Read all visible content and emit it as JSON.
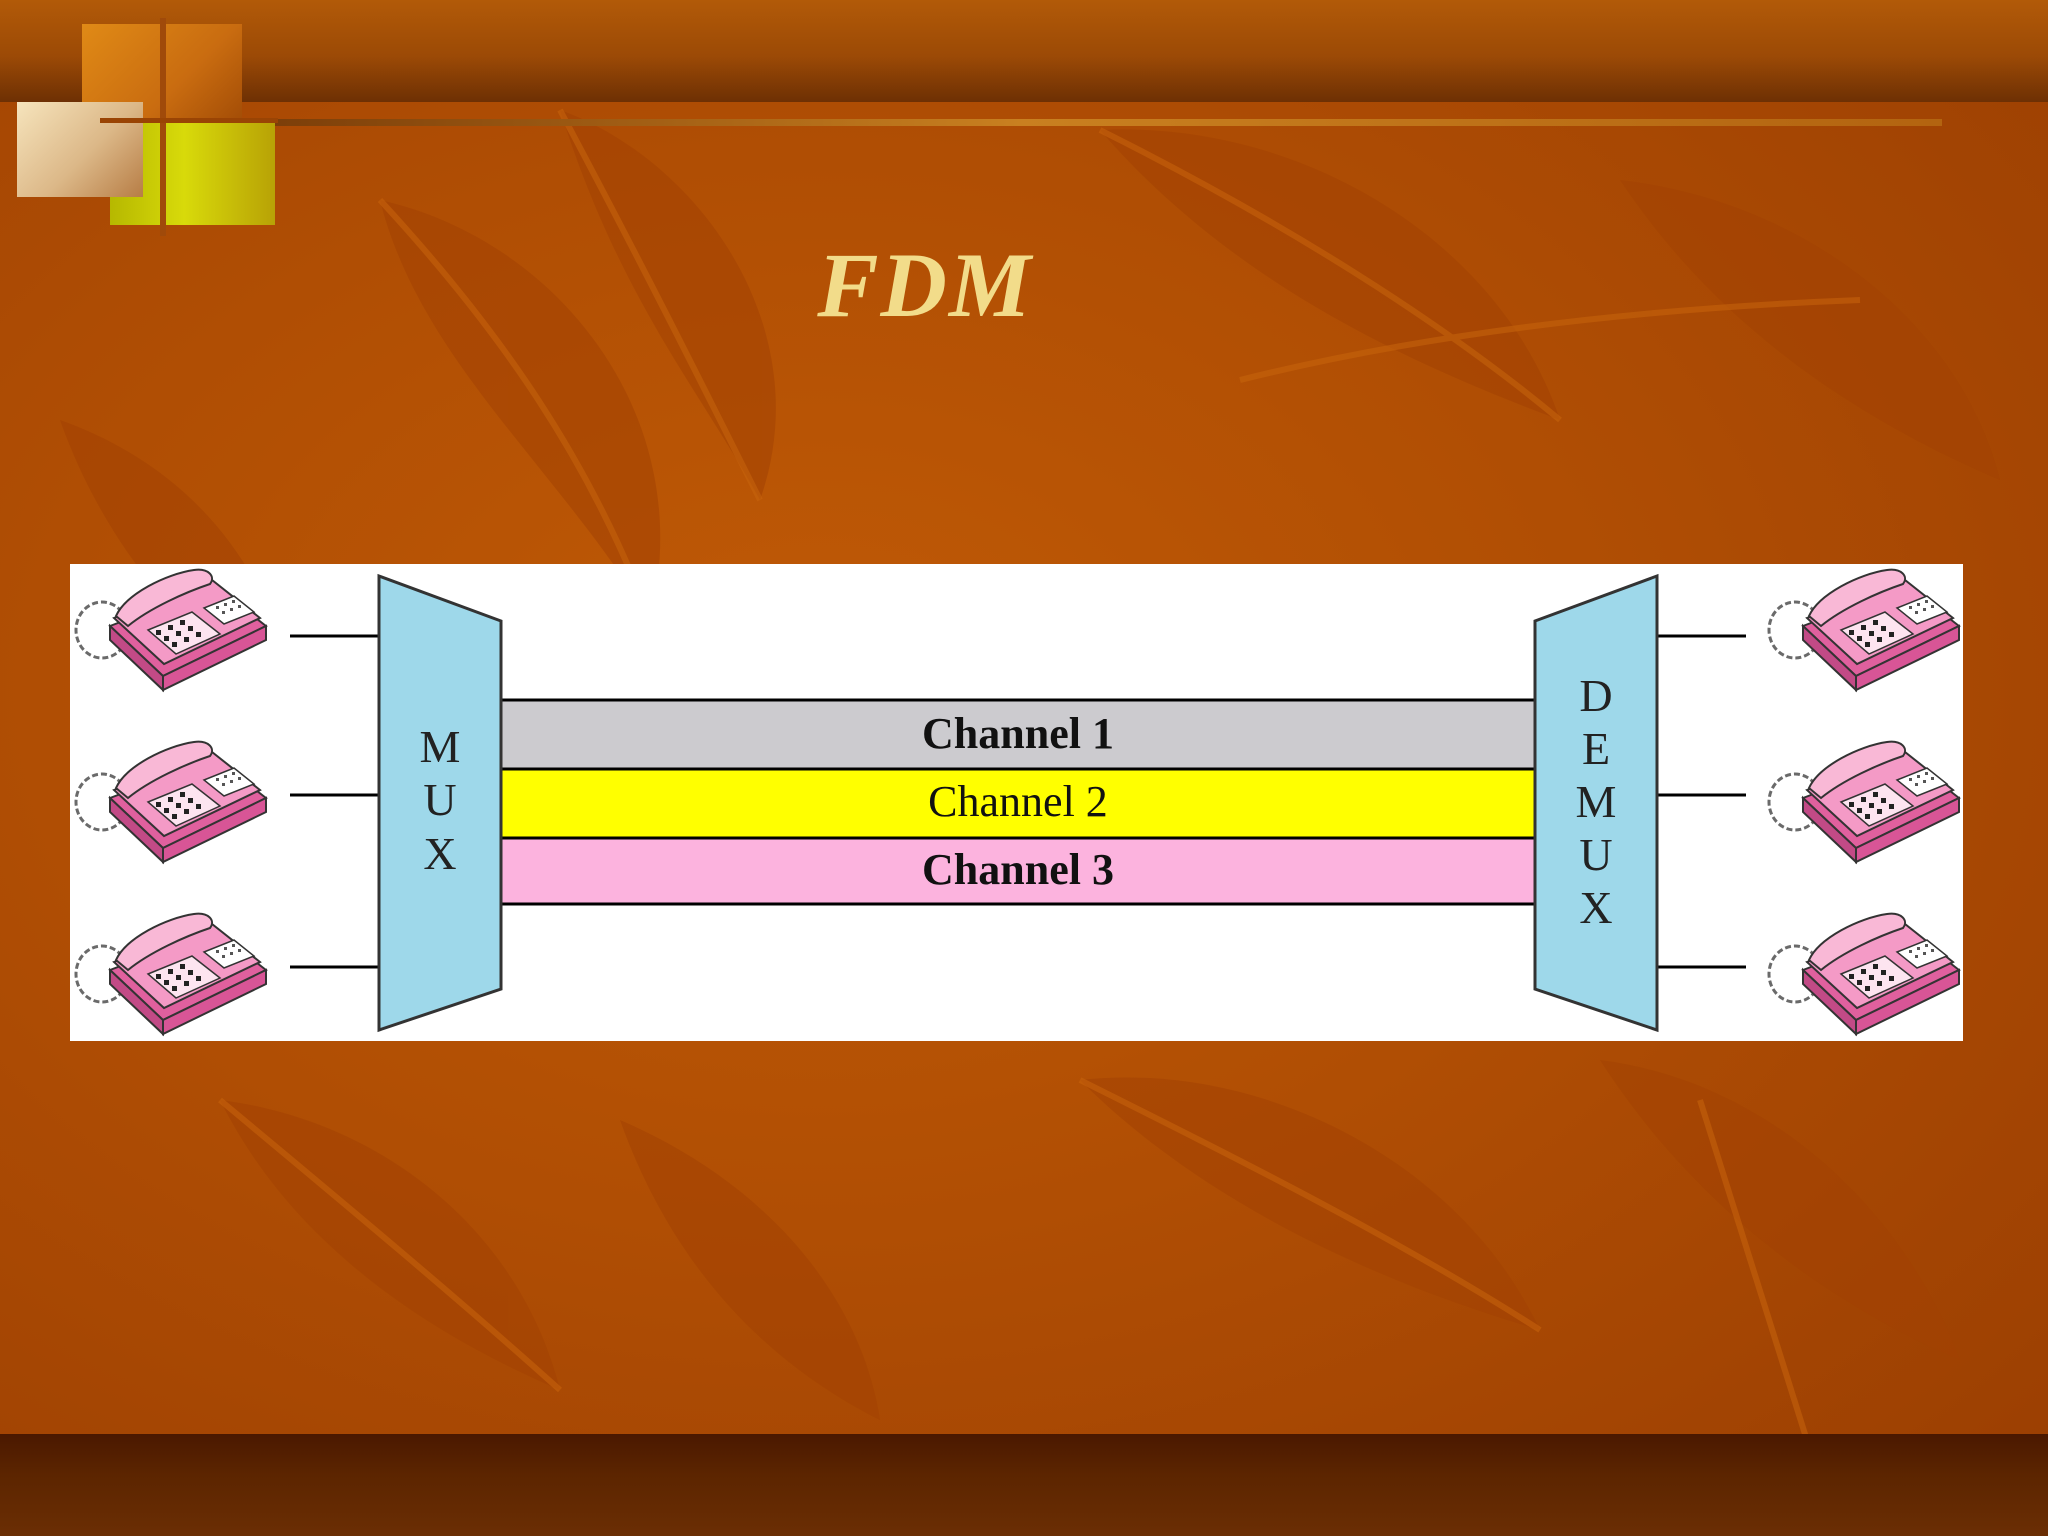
{
  "slide": {
    "title": "FDM"
  },
  "diagram": {
    "mux_letters": [
      "M",
      "U",
      "X"
    ],
    "demux_letters": [
      "D",
      "E",
      "M",
      "U",
      "X"
    ],
    "channels": [
      {
        "label": "Channel 1",
        "color": "#cccbcf",
        "bold": true
      },
      {
        "label": "Channel 2",
        "color": "#ffff00",
        "bold": false
      },
      {
        "label": "Channel 3",
        "color": "#fcb3de",
        "bold": true
      }
    ],
    "colors": {
      "mux_fill": "#9ed8ea",
      "phone_body": "#f49ac6",
      "phone_base": "#e0609e"
    },
    "icons": [
      "telephone-icon"
    ]
  }
}
